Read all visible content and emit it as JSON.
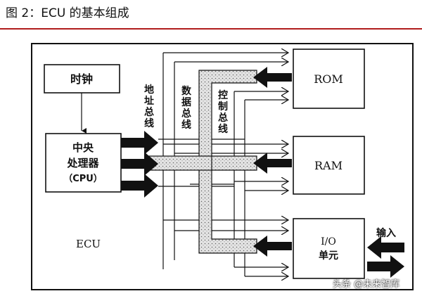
{
  "caption": "图 2：ECU 的基本组成",
  "colors": {
    "accent_rule": "#b01b1b",
    "stroke": "#111111",
    "bus_fill": "#cfcfcf"
  },
  "blocks": {
    "clock": "时钟",
    "cpu_line1": "中央",
    "cpu_line2": "处理器",
    "cpu_line3": "（CPU）",
    "rom": "ROM",
    "ram": "RAM",
    "io_line1": "I/O",
    "io_line2": "单元",
    "ecu": "ECU"
  },
  "buses": {
    "address": [
      "地",
      "址",
      "总",
      "线"
    ],
    "data": [
      "数",
      "据",
      "总",
      "线"
    ],
    "control": [
      "控",
      "制",
      "总",
      "线"
    ]
  },
  "io_labels": {
    "input": "输入"
  },
  "watermark": "头条 @未来智库"
}
